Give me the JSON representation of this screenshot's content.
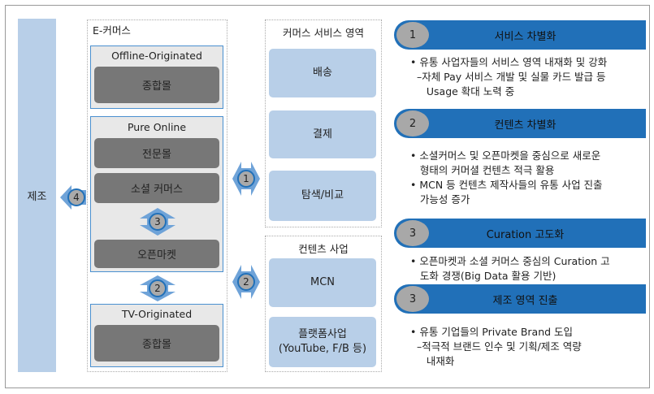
{
  "manufacturing": {
    "label": "제조",
    "arrow": "4"
  },
  "ecommerce": {
    "title": "E-커머스",
    "offline": {
      "title": "Offline-Originated",
      "item": "종합몰"
    },
    "pure": {
      "title": "Pure Online",
      "items": [
        "전문몰",
        "소셜 커머스",
        "오픈마켓"
      ],
      "arrow": "3"
    },
    "arrow_between": "2",
    "tv": {
      "title": "TV-Originated",
      "item": "종합몰"
    }
  },
  "arrows": {
    "a1": "1",
    "a2": "2"
  },
  "service": {
    "title": "커머스 서비스 영역",
    "items": [
      "배송",
      "결제",
      "탐색/비교"
    ]
  },
  "content": {
    "title": "컨텐츠 사업",
    "items": [
      "MCN",
      "플랫폼사업",
      "(YouTube, F/B 등)"
    ]
  },
  "points": [
    {
      "num": "1",
      "title": "서비스 차별화",
      "lines": [
        "• 유통 사업자들의 서비스 영역 내재화 및 강화",
        "  –자체 Pay 서비스 개발 및 실물 카드 발급 등",
        "     Usage 확대 노력 중"
      ]
    },
    {
      "num": "2",
      "title": "컨텐츠 차별화",
      "lines": [
        "• 소셜커머스 및 오픈마켓을 중심으로 새로운",
        "   형태의 커머셜 컨텐츠 적극 활용",
        "• MCN 등 컨텐츠 제작사들의 유통 사업 진출",
        "   가능성 증가"
      ]
    },
    {
      "num": "3",
      "title": "Curation 고도화",
      "lines": [
        "• 오픈마켓과 소셜 커머스 중심의 Curation 고",
        "   도화 경쟁(Big Data 활용 기반)"
      ]
    },
    {
      "num": "3",
      "title": "제조 영역 진출",
      "lines": [
        "• 유통 기업들의 Private Brand 도입",
        "  –적극적 브랜드 인수 및 기획/제조 역량",
        "     내재화"
      ]
    }
  ],
  "colors": {
    "accent": "#2170b8",
    "light": "#b8cfe8",
    "dark": "#777777"
  }
}
